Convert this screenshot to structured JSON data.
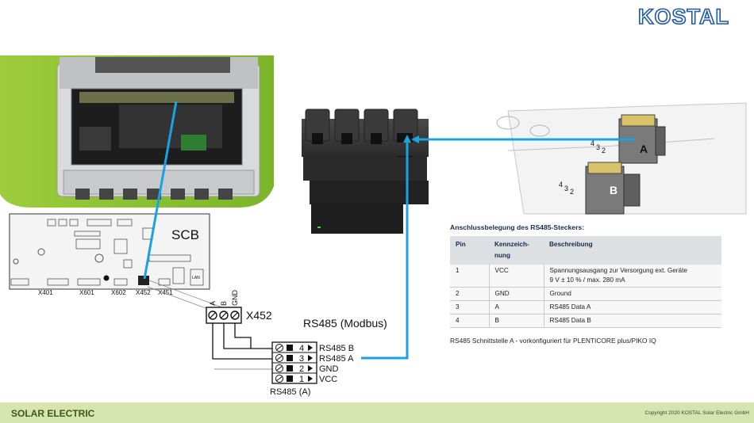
{
  "brand": {
    "logo_text": "KOSTAL",
    "logo_color": "#1e5aa8"
  },
  "footer": {
    "left": "SOLAR ELECTRIC",
    "right": "Copyright 2020 KOSTAL Solar Electric GmbH",
    "band_color": "#d6e4b0"
  },
  "board": {
    "name": "SCB",
    "connectors": [
      "X401",
      "X601",
      "X602",
      "X452",
      "X451"
    ],
    "lan_label": "LAN"
  },
  "terminal": {
    "name": "X452",
    "pins": [
      "A",
      "B",
      "GND"
    ]
  },
  "bus_label": "RS485 (Modbus)",
  "plug": {
    "name": "RS485 (A)",
    "pins": [
      {
        "num": "4",
        "label": "RS485 B"
      },
      {
        "num": "3",
        "label": "RS485 A"
      },
      {
        "num": "2",
        "label": "GND"
      },
      {
        "num": "1",
        "label": "VCC"
      }
    ]
  },
  "plug_detail": {
    "label_a": "A",
    "label_b": "B",
    "nums_a": [
      "4",
      "3",
      "2"
    ],
    "nums_b": [
      "4",
      "3",
      "2"
    ]
  },
  "pin_table": {
    "title": "Anschlussbelegung des RS485-Steckers:",
    "headers": [
      "Pin",
      "Kennzeich-\nnung",
      "Beschreibung"
    ],
    "rows": [
      {
        "pin": "1",
        "code": "VCC",
        "desc": "Spannungsausgang zur Versorgung ext. Geräte\n9 V ± 10 % / max. 280 mA"
      },
      {
        "pin": "2",
        "code": "GND",
        "desc": "Ground"
      },
      {
        "pin": "3",
        "code": "A",
        "desc": "RS485 Data A"
      },
      {
        "pin": "4",
        "code": "B",
        "desc": "RS485 Data B"
      }
    ],
    "note": "RS485 Schnittstelle A - vorkonfiguriert für PLENTICORE plus/PIKO IQ"
  },
  "colors": {
    "wire": "#1aa3e0",
    "accent_green": "#8cc63f",
    "meter_body": "#2b2b2b"
  }
}
